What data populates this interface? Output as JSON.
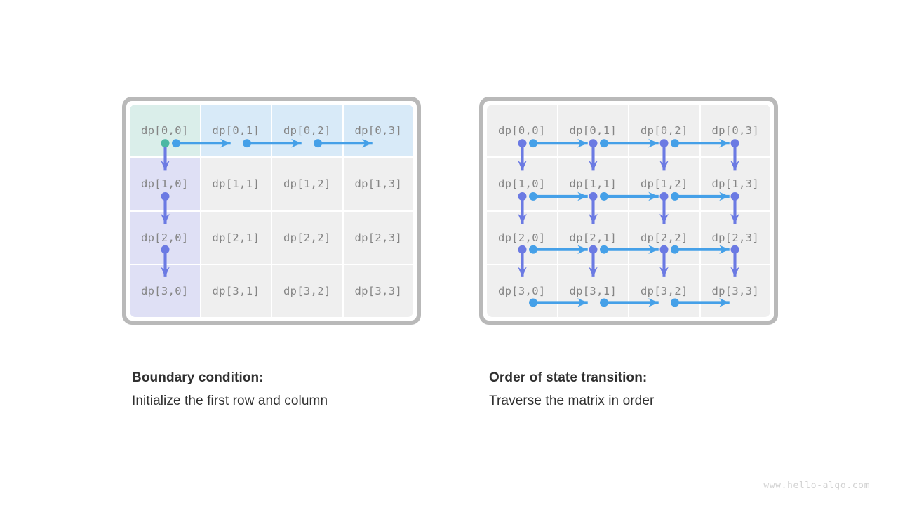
{
  "diagram": {
    "title_hidden": "",
    "cell_label_template": "dp[r,c]",
    "colors": {
      "frame_border": "#b9b9b9",
      "cell_default": "#efefef",
      "cell_green": "#daeeea",
      "cell_blue": "#d8eaf8",
      "cell_lavender": "#dfe0f5",
      "arrow_horizontal": "#45a0e8",
      "arrow_vertical": "#6b7ae3",
      "origin_dot": "#4cb8a4",
      "text_cell": "#858585",
      "text_caption": "#303030",
      "watermark": "#d2d2d2"
    },
    "rows": 4,
    "cols": 4
  },
  "panels": [
    {
      "id": "boundary-condition",
      "caption_title": "Boundary condition:",
      "caption_sub": "Initialize the first row and column",
      "cells": [
        [
          {
            "label": "dp[0,0]",
            "fill": "green"
          },
          {
            "label": "dp[0,1]",
            "fill": "blue"
          },
          {
            "label": "dp[0,2]",
            "fill": "blue"
          },
          {
            "label": "dp[0,3]",
            "fill": "blue"
          }
        ],
        [
          {
            "label": "dp[1,0]",
            "fill": "lav"
          },
          {
            "label": "dp[1,1]",
            "fill": "default"
          },
          {
            "label": "dp[1,2]",
            "fill": "default"
          },
          {
            "label": "dp[1,3]",
            "fill": "default"
          }
        ],
        [
          {
            "label": "dp[2,0]",
            "fill": "lav"
          },
          {
            "label": "dp[2,1]",
            "fill": "default"
          },
          {
            "label": "dp[2,2]",
            "fill": "default"
          },
          {
            "label": "dp[2,3]",
            "fill": "default"
          }
        ],
        [
          {
            "label": "dp[3,0]",
            "fill": "lav"
          },
          {
            "label": "dp[3,1]",
            "fill": "default"
          },
          {
            "label": "dp[3,2]",
            "fill": "default"
          },
          {
            "label": "dp[3,3]",
            "fill": "default"
          }
        ]
      ],
      "arrows": {
        "horizontal": [
          {
            "row": 0,
            "from_col": 0,
            "to_col": 1
          },
          {
            "row": 0,
            "from_col": 1,
            "to_col": 2
          },
          {
            "row": 0,
            "from_col": 2,
            "to_col": 3
          }
        ],
        "vertical": [
          {
            "col": 0,
            "from_row": 0,
            "to_row": 1
          },
          {
            "col": 0,
            "from_row": 1,
            "to_row": 2
          },
          {
            "col": 0,
            "from_row": 2,
            "to_row": 3
          }
        ],
        "origin_dot": {
          "row": 0,
          "col": 0
        }
      }
    },
    {
      "id": "state-transition-order",
      "caption_title": "Order of state transition:",
      "caption_sub": "Traverse the matrix in order",
      "cells": [
        [
          {
            "label": "dp[0,0]",
            "fill": "default"
          },
          {
            "label": "dp[0,1]",
            "fill": "default"
          },
          {
            "label": "dp[0,2]",
            "fill": "default"
          },
          {
            "label": "dp[0,3]",
            "fill": "default"
          }
        ],
        [
          {
            "label": "dp[1,0]",
            "fill": "default"
          },
          {
            "label": "dp[1,1]",
            "fill": "default"
          },
          {
            "label": "dp[1,2]",
            "fill": "default"
          },
          {
            "label": "dp[1,3]",
            "fill": "default"
          }
        ],
        [
          {
            "label": "dp[2,0]",
            "fill": "default"
          },
          {
            "label": "dp[2,1]",
            "fill": "default"
          },
          {
            "label": "dp[2,2]",
            "fill": "default"
          },
          {
            "label": "dp[2,3]",
            "fill": "default"
          }
        ],
        [
          {
            "label": "dp[3,0]",
            "fill": "default"
          },
          {
            "label": "dp[3,1]",
            "fill": "default"
          },
          {
            "label": "dp[3,2]",
            "fill": "default"
          },
          {
            "label": "dp[3,3]",
            "fill": "default"
          }
        ]
      ],
      "arrows": {
        "horizontal": [
          {
            "row": 0,
            "from_col": 0,
            "to_col": 1
          },
          {
            "row": 0,
            "from_col": 1,
            "to_col": 2
          },
          {
            "row": 0,
            "from_col": 2,
            "to_col": 3
          },
          {
            "row": 1,
            "from_col": 0,
            "to_col": 1
          },
          {
            "row": 1,
            "from_col": 1,
            "to_col": 2
          },
          {
            "row": 1,
            "from_col": 2,
            "to_col": 3
          },
          {
            "row": 2,
            "from_col": 0,
            "to_col": 1
          },
          {
            "row": 2,
            "from_col": 1,
            "to_col": 2
          },
          {
            "row": 2,
            "from_col": 2,
            "to_col": 3
          },
          {
            "row": 3,
            "from_col": 0,
            "to_col": 1
          },
          {
            "row": 3,
            "from_col": 1,
            "to_col": 2
          },
          {
            "row": 3,
            "from_col": 2,
            "to_col": 3
          }
        ],
        "vertical": [
          {
            "col": 0,
            "from_row": 0,
            "to_row": 1
          },
          {
            "col": 1,
            "from_row": 0,
            "to_row": 1
          },
          {
            "col": 2,
            "from_row": 0,
            "to_row": 1
          },
          {
            "col": 3,
            "from_row": 0,
            "to_row": 1
          },
          {
            "col": 0,
            "from_row": 1,
            "to_row": 2
          },
          {
            "col": 1,
            "from_row": 1,
            "to_row": 2
          },
          {
            "col": 2,
            "from_row": 1,
            "to_row": 2
          },
          {
            "col": 3,
            "from_row": 1,
            "to_row": 2
          },
          {
            "col": 0,
            "from_row": 2,
            "to_row": 3
          },
          {
            "col": 1,
            "from_row": 2,
            "to_row": 3
          },
          {
            "col": 2,
            "from_row": 2,
            "to_row": 3
          },
          {
            "col": 3,
            "from_row": 2,
            "to_row": 3
          }
        ],
        "origin_dot": null
      }
    }
  ],
  "watermark": "www.hello-algo.com"
}
